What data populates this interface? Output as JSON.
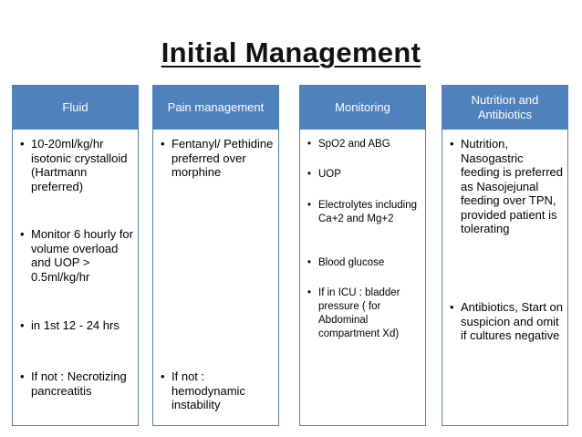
{
  "title": "Initial Management",
  "columns": [
    {
      "header": "Fluid",
      "items": [
        "10-20ml/kg/hr isotonic crystalloid (Hartmann preferred)",
        "Monitor 6 hourly for volume overload and UOP > 0.5ml/kg/hr",
        "in 1st 12 - 24 hrs",
        "If not : Necrotizing pancreatitis"
      ]
    },
    {
      "header": "Pain management",
      "items": [
        "Fentanyl/ Pethidine preferred over morphine",
        "If not : hemodynamic instability"
      ]
    },
    {
      "header": "Monitoring",
      "items": [
        "SpO2 and ABG",
        "UOP",
        "Electrolytes including Ca+2 and Mg+2",
        "Blood glucose",
        "If in ICU : bladder pressure ( for Abdominal compartment Xd)"
      ]
    },
    {
      "header": "Nutrition and Antibiotics",
      "items": [
        "Nutrition, Nasogastric feeding is preferred as Nasojejunal feeding over TPN, provided patient is tolerating",
        "Antibiotics, Start on suspicion and omit if cultures negative"
      ]
    }
  ],
  "colors": {
    "header_bg": "#4f81bd",
    "header_text": "#ffffff",
    "border": "#4f81bd"
  },
  "bullet_char": "•"
}
